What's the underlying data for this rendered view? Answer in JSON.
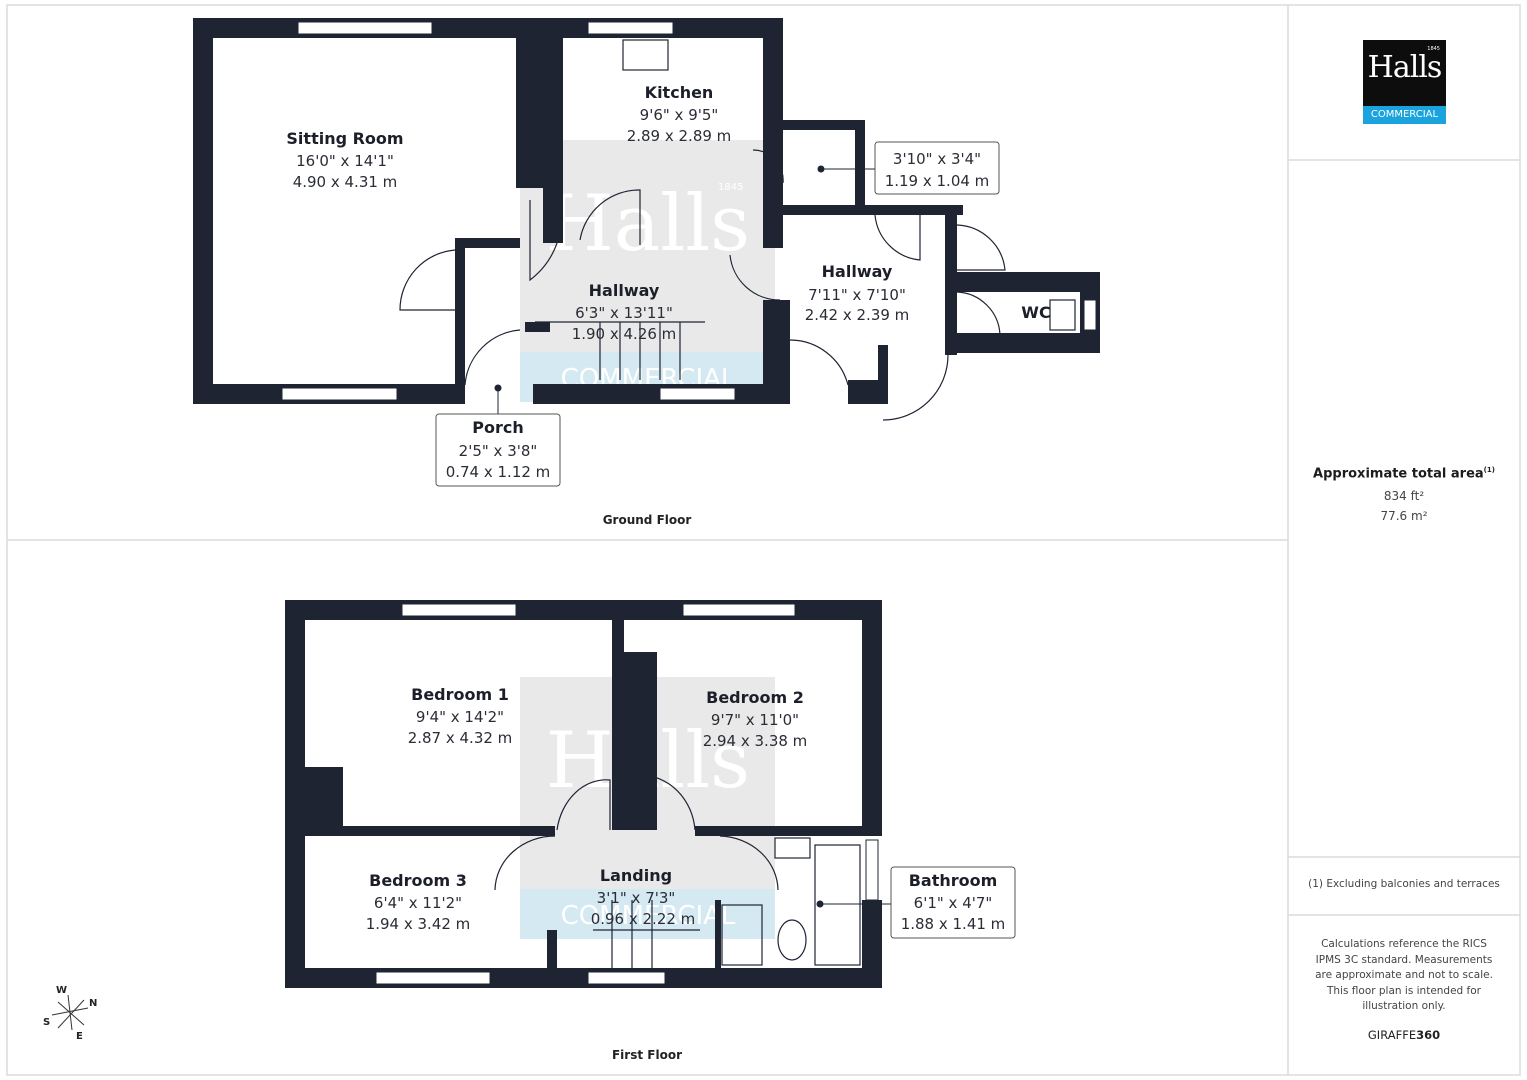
{
  "logo": {
    "name": "Halls",
    "year": "1845",
    "subtitle": "COMMERCIAL"
  },
  "watermark": {
    "name": "Halls",
    "year": "1845",
    "subtitle": "COMMERCIAL"
  },
  "colors": {
    "wall": "#1f2433",
    "accent": "#1aa3dc",
    "watermark": "#d9d9d9"
  },
  "ground_floor": {
    "label": "Ground Floor",
    "rooms": [
      {
        "name": "Sitting Room",
        "imperial": "16'0\" x 14'1\"",
        "metric": "4.90 x 4.31 m"
      },
      {
        "name": "Kitchen",
        "imperial": "9'6\" x 9'5\"",
        "metric": "2.89 x 2.89 m"
      },
      {
        "name": "Hallway",
        "imperial": "6'3\" x 13'11\"",
        "metric": "1.90 x 4.26 m"
      },
      {
        "name": "Hallway",
        "imperial": "7'11\" x 7'10\"",
        "metric": "2.42 x 2.39 m"
      },
      {
        "name": "WC",
        "imperial": "",
        "metric": ""
      },
      {
        "name": "Porch",
        "imperial": "2'5\" x 3'8\"",
        "metric": "0.74 x 1.12 m"
      },
      {
        "name": "",
        "imperial": "3'10\" x 3'4\"",
        "metric": "1.19 x 1.04 m"
      }
    ]
  },
  "first_floor": {
    "label": "First Floor",
    "rooms": [
      {
        "name": "Bedroom 1",
        "imperial": "9'4\" x 14'2\"",
        "metric": "2.87 x 4.32 m"
      },
      {
        "name": "Bedroom 2",
        "imperial": "9'7\" x 11'0\"",
        "metric": "2.94 x 3.38 m"
      },
      {
        "name": "Bedroom 3",
        "imperial": "6'4\" x 11'2\"",
        "metric": "1.94 x 3.42 m"
      },
      {
        "name": "Landing",
        "imperial": "3'1\" x 7'3\"",
        "metric": "0.96 x 2.22 m"
      },
      {
        "name": "Bathroom",
        "imperial": "6'1\" x 4'7\"",
        "metric": "1.88 x 1.41 m"
      }
    ]
  },
  "compass": {
    "w": "W",
    "n": "N",
    "s": "S",
    "e": "E"
  },
  "summary": {
    "title": "Approximate total area",
    "footnote_marker": "(1)",
    "area_ft": "834 ft²",
    "area_m": "77.6 m²",
    "footnote": "(1) Excluding balconies and terraces",
    "disclaimer": "Calculations reference the RICS IPMS 3C standard. Measurements are approximate and not to scale. This floor plan is intended for illustration only.",
    "brand_light": "GIRAFFE",
    "brand_bold": "360"
  }
}
